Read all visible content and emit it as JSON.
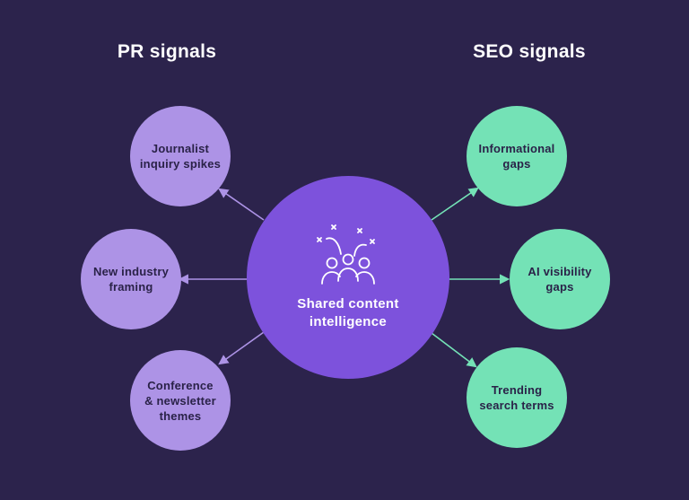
{
  "headings": {
    "pr": "PR signals",
    "seo": "SEO signals"
  },
  "center": {
    "label": "Shared content\nintelligence",
    "icon": "team-celebration-icon"
  },
  "pr_nodes": [
    {
      "label": "Journalist\ninquiry spikes"
    },
    {
      "label": "New industry\nframing"
    },
    {
      "label": "Conference\n& newsletter\nthemes"
    }
  ],
  "seo_nodes": [
    {
      "label": "Informational\ngaps"
    },
    {
      "label": "AI visibility\ngaps"
    },
    {
      "label": "Trending\nsearch terms"
    }
  ],
  "colors": {
    "background": "#2c234c",
    "pr": "#ad93e6",
    "seo": "#74e2b6",
    "center": "#7d52dc",
    "text_dark": "#2a2248",
    "text_light": "#ffffff"
  }
}
